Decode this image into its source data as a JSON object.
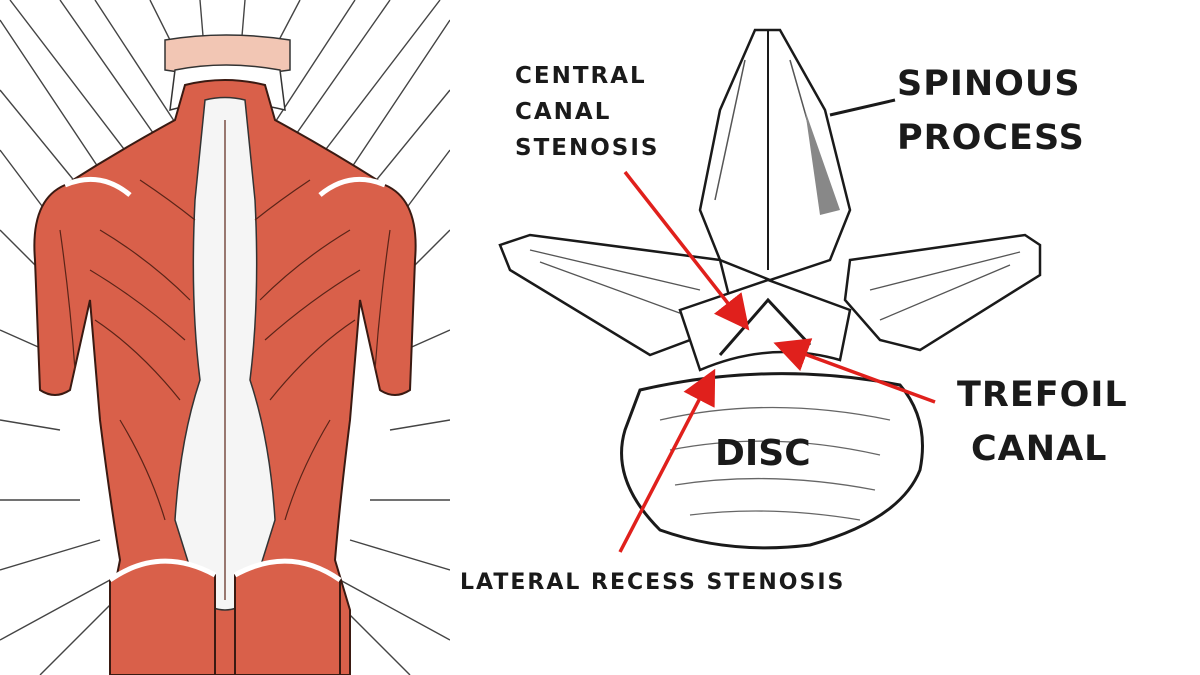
{
  "labels": {
    "central_canal_stenosis": [
      "CENTRAL",
      "CANAL",
      "STENOSIS"
    ],
    "spinous_process": [
      "SPINOUS",
      "PROCESS"
    ],
    "trefoil_canal": [
      "TREFOIL",
      "CANAL"
    ],
    "disc": "DISC",
    "lateral_recess_stenosis": "LATERAL RECESS STENOSIS"
  },
  "colors": {
    "muscle": "#d9604a",
    "muscle_dark": "#b5412e",
    "arrow": "#e0201c",
    "ink": "#1a1a1a",
    "skin": "#f2c6b4"
  }
}
